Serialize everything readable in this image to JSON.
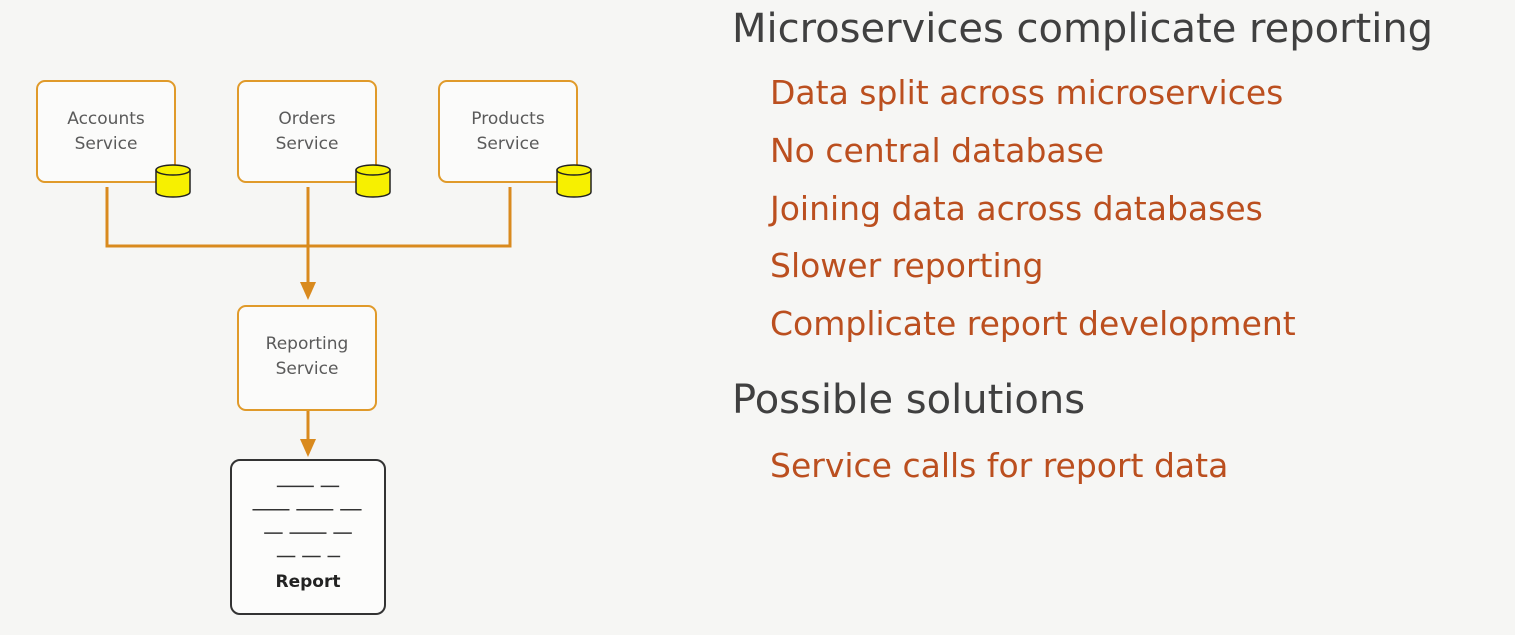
{
  "diagram": {
    "services": [
      {
        "label": "Accounts\nService"
      },
      {
        "label": "Orders\nService"
      },
      {
        "label": "Products\nService"
      }
    ],
    "reporting_service": {
      "label": "Reporting\nService"
    },
    "report": {
      "label": "Report"
    },
    "colors": {
      "accent": "#e09a2a",
      "connector": "#d98a1e",
      "database": "#f7f000",
      "report_border": "#333333"
    },
    "icons": [
      "database-icon",
      "arrow-down-icon",
      "report-lines-icon"
    ]
  },
  "slide": {
    "heading1": "Microservices complicate reporting",
    "bullets1": [
      "Data split across microservices",
      "No central database",
      "Joining data across databases",
      "Slower reporting",
      "Complicate report development"
    ],
    "heading2": "Possible solutions",
    "bullets2": [
      "Service calls for report data"
    ],
    "colors": {
      "heading": "#404040",
      "bullet": "#bb4f1f"
    }
  }
}
